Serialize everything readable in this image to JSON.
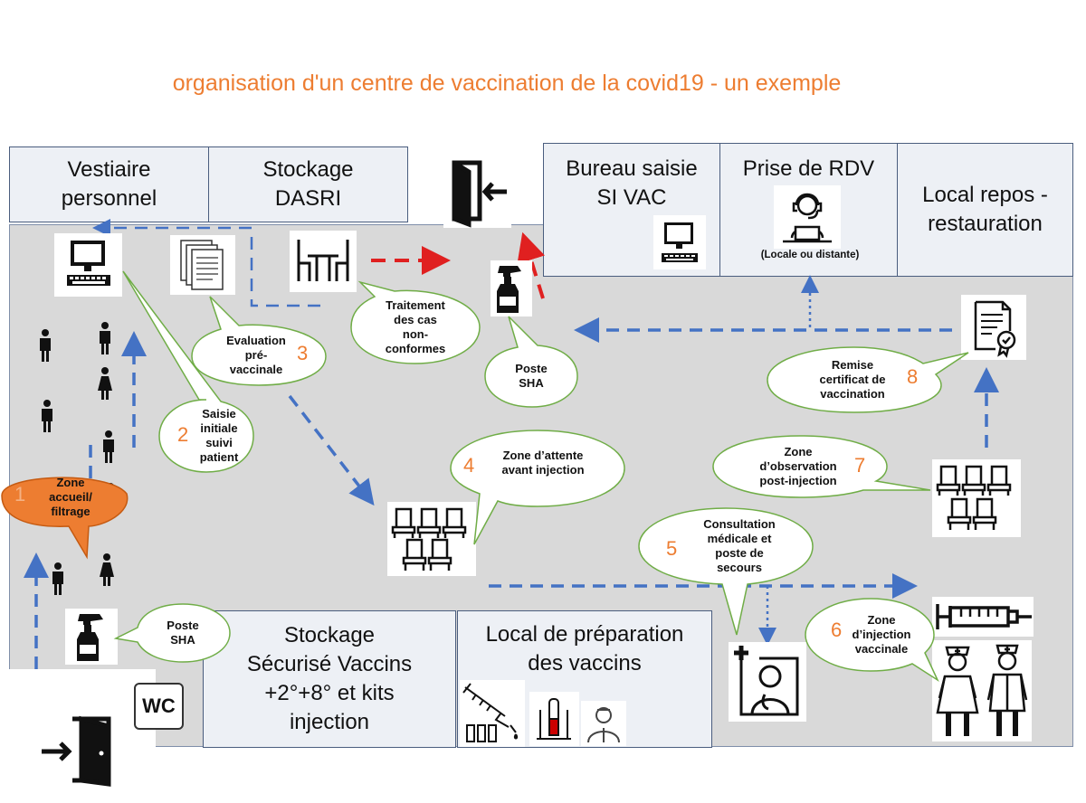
{
  "title": "organisation d'un centre de vaccination de la covid19 - un exemple",
  "rooms": {
    "vestiaire": [
      "Vestiaire",
      "personnel"
    ],
    "dasri": [
      "Stockage",
      "DASRI"
    ],
    "bureau": [
      "Bureau saisie",
      "SI VAC"
    ],
    "rdv": "Prise de RDV",
    "rdv_note": "(Locale ou distante)",
    "repos": [
      "Local repos -",
      "restauration"
    ],
    "stockage_vaccins": [
      "Stockage",
      "Sécurisé Vaccins",
      "+2°+8° et kits",
      "injection"
    ],
    "preparation": [
      "Local de préparation",
      "des vaccins"
    ],
    "wc": "WC"
  },
  "callouts": {
    "c1": {
      "number": "1",
      "lines": [
        "Zone",
        "accueil/",
        "filtrage"
      ]
    },
    "c2": {
      "number": "2",
      "lines": [
        "Saisie",
        "initiale",
        "suivi",
        "patient"
      ]
    },
    "c3": {
      "number": "3",
      "lines": [
        "Evaluation",
        "pré-",
        "vaccinale"
      ]
    },
    "c4": {
      "number": "4",
      "lines": [
        "Zone d’attente",
        "avant injection"
      ]
    },
    "c5": {
      "number": "5",
      "lines": [
        "Consultation",
        "médicale et",
        "poste de",
        "secours"
      ]
    },
    "c6": {
      "number": "6",
      "lines": [
        "Zone",
        "d’injection",
        "vaccinale"
      ]
    },
    "c7": {
      "number": "7",
      "lines": [
        "Zone",
        "d’observation",
        "post-injection"
      ]
    },
    "c8": {
      "number": "8",
      "lines": [
        "Remise",
        "certificat de",
        "vaccination"
      ]
    },
    "tnc": {
      "lines": [
        "Traitement",
        "des cas",
        "non-",
        "conformes"
      ]
    },
    "sha_top": {
      "lines": [
        "Poste",
        "SHA"
      ]
    },
    "sha_bottom": {
      "lines": [
        "Poste",
        "SHA"
      ]
    }
  },
  "colors": {
    "accent": "#ed7d31",
    "flow": "#4472c4",
    "exit_flow": "#e02020",
    "callout_border": "#70ad47",
    "floor": "#d9d9d9",
    "room": "#edf0f5"
  },
  "icons": [
    "computer-icon",
    "documents-icon",
    "table-chairs-icon",
    "door-enter-icon",
    "door-exit-icon",
    "sanitizer-icon",
    "headset-operator-icon",
    "certificate-icon",
    "person-icon",
    "waiting-chairs-icon",
    "syringe-icon",
    "nurse-icon",
    "doctor-icon",
    "medical-consult-icon",
    "vials-icon",
    "test-tube-icon",
    "pharmacist-icon"
  ]
}
